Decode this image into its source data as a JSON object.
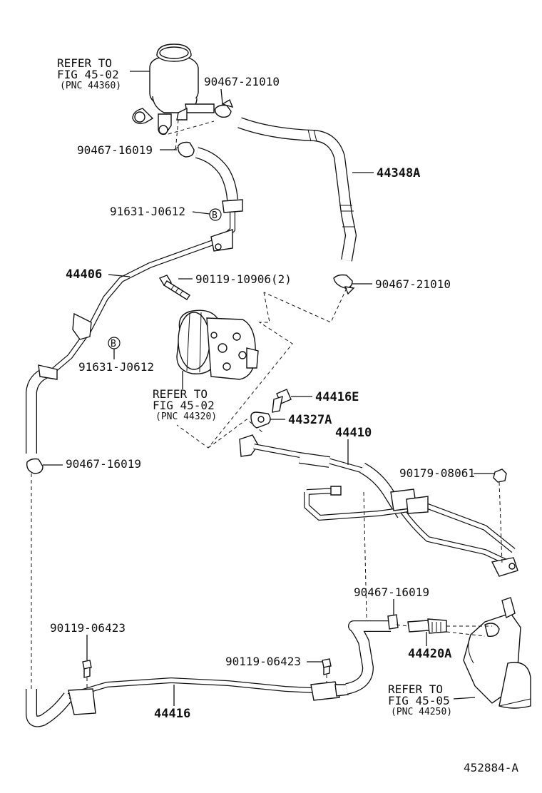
{
  "diagram_id": "452884-A",
  "labels": {
    "ref_reservoir": [
      "REFER TO",
      "FIG 45-02",
      "(PNC 44360)"
    ],
    "ref_pump": [
      "REFER TO",
      "FIG 45-02",
      "(PNC 44320)"
    ],
    "ref_gear": [
      "REFER TO",
      "FIG 45-05",
      "(PNC 44250)"
    ],
    "p_90467_21010_top": "90467-21010",
    "p_90467_16019_top": "90467-16019",
    "p_44348A": "44348A",
    "p_91631_top": "91631-J0612",
    "p_44406": "44406",
    "p_90119_10906": "90119-10906(2)",
    "p_90467_21010_mid": "90467-21010",
    "p_91631_mid": "91631-J0612",
    "p_44416E": "44416E",
    "p_44327A": "44327A",
    "p_44410": "44410",
    "p_90467_16019_left": "90467-16019",
    "p_90179_08061": "90179-08061",
    "p_90467_16019_low": "90467-16019",
    "p_90119_06423_left": "90119-06423",
    "p_44420A": "44420A",
    "p_90119_06423_mid": "90119-06423",
    "p_44416": "44416",
    "ref_mark": "B"
  }
}
